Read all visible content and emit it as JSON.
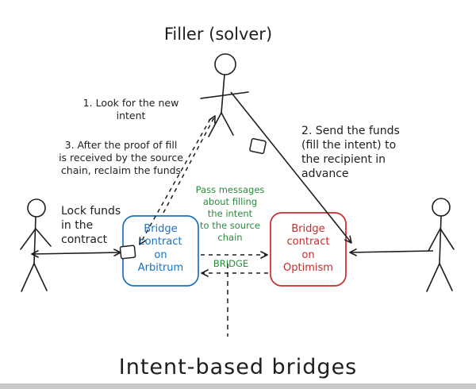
{
  "diagram": {
    "title": "Filler (solver)",
    "caption": "Intent-based bridges",
    "steps": {
      "step1": "1. Look for the new\nintent",
      "step3": "3. After the proof of fill\nis received by the source\nchain, reclaim the funds",
      "step2": "2. Send the funds\n(fill the intent) to\nthe recipient in\nadvance",
      "lock_funds": "Lock funds\nin the\ncontract"
    },
    "bridge_notes": {
      "pass_messages": "Pass messages\nabout filling\nthe intent\nto the source\nchain",
      "bridge_label": "BRIDGE"
    },
    "nodes": {
      "arbitrum_contract": "Bridge\ncontract\non\nArbitrum",
      "optimism_contract": "Bridge\ncontract\non\nOptimism"
    },
    "colors": {
      "arbitrum_blue": "#1971c2",
      "optimism_red": "#c92a2a",
      "bridge_green": "#2b8a3e",
      "ink": "#1e1e1e"
    }
  }
}
